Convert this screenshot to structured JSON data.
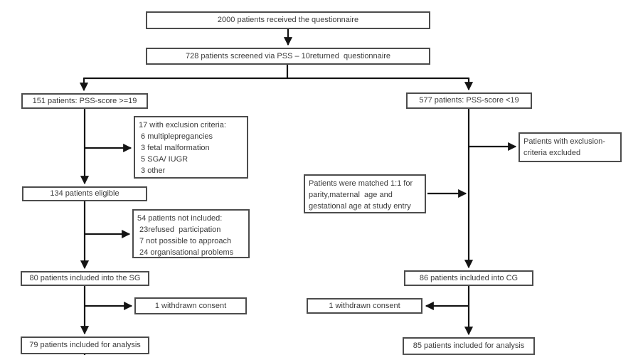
{
  "diagram": {
    "type": "patient-flow-chart",
    "colors": {
      "box_border": "#4c4c4c",
      "connector_line": "#141414",
      "text": "#3b3b3b",
      "background": "#ffffff"
    },
    "nodes": {
      "received": "2000 patients received the questionnaire",
      "screened": "728 patients screened via PSS – 10returned  questionnaire",
      "high_score": "151 patients: PSS-score >=19",
      "exclusion_sg": "17 with exclusion criteria:\n 6 multiplepregancies\n 3 fetal malformation\n 5 SGA/ IUGR\n 3 other",
      "eligible": "134 patients eligible",
      "not_included": "54 patients not included:\n 23refused  participation\n 7 not possible to approach\n 24 organisational problems",
      "included_sg": "80 patients included into the SG",
      "withdrawn_sg": "1 withdrawn consent",
      "analysis_sg": "79 patients included for analysis",
      "low_score": "577 patients: PSS-score <19",
      "exclusion_cg": "Patients with exclusion-\ncriteria excluded",
      "matched": "Patients were matched 1:1 for\nparity,maternal  age and\ngestational age at study entry",
      "included_cg": "86 patients included into CG",
      "withdrawn_cg": "1 withdrawn consent",
      "analysis_cg": "85 patients included for analysis"
    }
  }
}
